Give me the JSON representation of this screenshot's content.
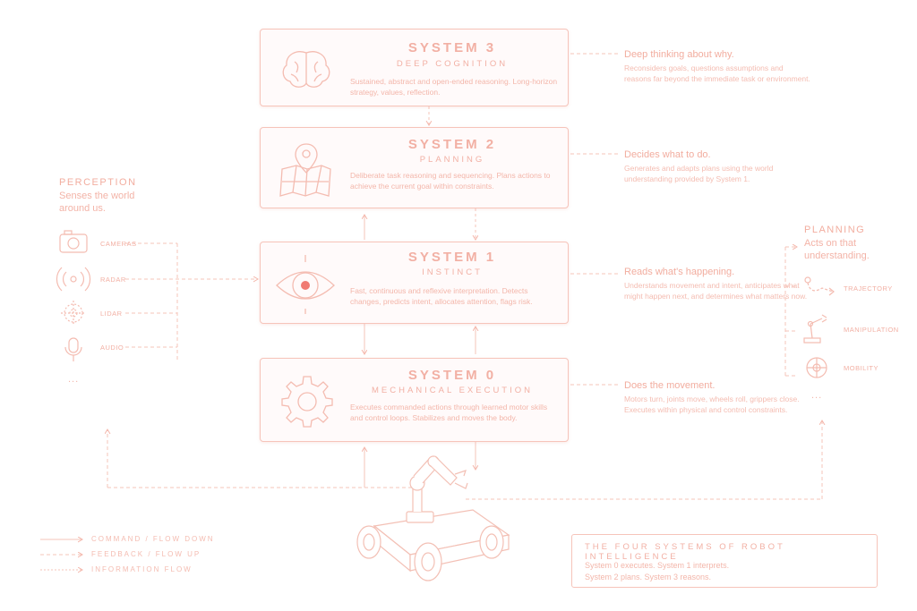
{
  "systems": [
    {
      "title": "SYSTEM 3",
      "subtitle": "DEEP COGNITION",
      "desc": "Sustained, abstract and open-ended reasoning. Long-horizon strategy, values, reflection.",
      "icon": "brain-icon"
    },
    {
      "title": "SYSTEM 2",
      "subtitle": "PLANNING",
      "desc": "Deliberate task reasoning and sequencing. Plans actions to achieve the current goal within constraints.",
      "icon": "map-pin-icon"
    },
    {
      "title": "SYSTEM 1",
      "subtitle": "INSTINCT",
      "desc": "Fast, continuous and reflexive interpretation. Detects changes, predicts intent, allocates attention, flags risk.",
      "icon": "eye-icon"
    },
    {
      "title": "SYSTEM 0",
      "subtitle": "MECHANICAL EXECUTION",
      "desc": "Executes commanded actions through learned motor skills and control loops. Stabilizes and moves the body.",
      "icon": "gear-icon"
    }
  ],
  "notes": [
    {
      "head": "Deep thinking about why.",
      "body": "Reconsiders goals, questions assumptions and reasons far beyond the immediate task or environment."
    },
    {
      "head": "Decides what to do.",
      "body": "Generates and adapts plans using the world understanding provided by System 1."
    },
    {
      "head": "Reads what's happening.",
      "body": "Understands movement and intent, anticipates what might happen next, and determines what matters now."
    },
    {
      "head": "Does the movement.",
      "body": "Motors turn, joints move, wheels roll, grippers close. Executes within physical and control constraints."
    }
  ],
  "perception": {
    "title": "PERCEPTION",
    "subtitle": "Senses the world around us.",
    "sensors": [
      {
        "label": "CAMERAS",
        "icon": "camera-icon"
      },
      {
        "label": "RADAR",
        "icon": "radar-icon"
      },
      {
        "label": "LIDAR",
        "icon": "lidar-icon"
      },
      {
        "label": "AUDIO",
        "icon": "microphone-icon"
      }
    ],
    "more": "..."
  },
  "planning_actions": {
    "title": "PLANNING",
    "subtitle": "Acts on that understanding.",
    "actions": [
      {
        "label": "TRAJECTORY",
        "icon": "trajectory-icon"
      },
      {
        "label": "MANIPULATION",
        "icon": "robot-arm-icon"
      },
      {
        "label": "MOBILITY",
        "icon": "wheel-icon"
      }
    ],
    "more": "..."
  },
  "legend": [
    {
      "label": "COMMAND / FLOW DOWN",
      "style": "solid"
    },
    {
      "label": "FEEDBACK / FLOW UP",
      "style": "dashed"
    },
    {
      "label": "INFORMATION FLOW",
      "style": "dashed"
    }
  ],
  "summary": {
    "title": "THE FOUR SYSTEMS OF ROBOT INTELLIGENCE",
    "line1": "System 0 executes. System 1 interprets.",
    "line2": "System 2 plans. System 3 reasons."
  },
  "colors": {
    "accent": "#f2b0a4",
    "line": "#f6c4ba",
    "center": "#f07a72"
  }
}
